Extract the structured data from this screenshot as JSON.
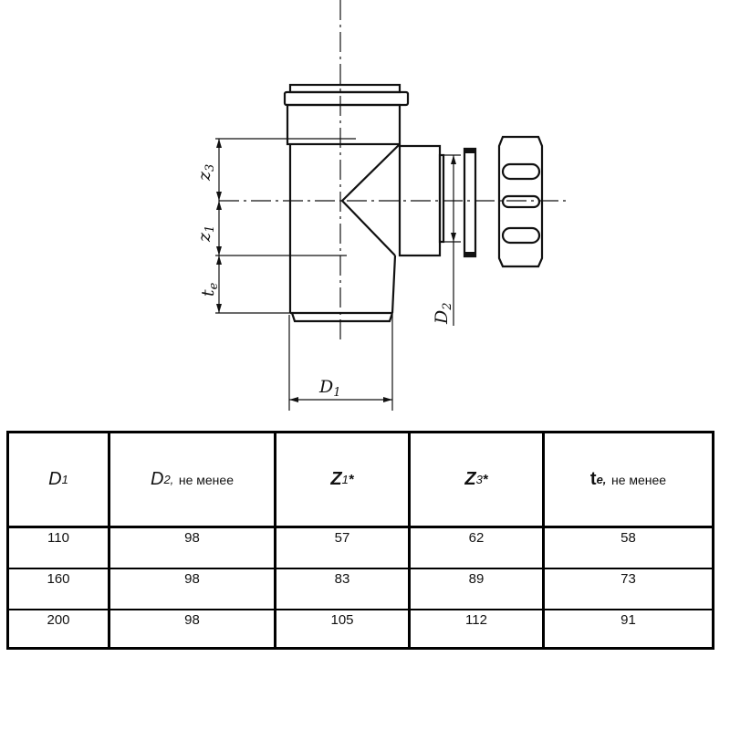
{
  "drawing": {
    "labels": {
      "z3": "z3",
      "z1": "z1",
      "te": "te",
      "d1": "D1",
      "d2": "D2"
    }
  },
  "table": {
    "headers": [
      {
        "main": "D",
        "sub": "1",
        "note": ""
      },
      {
        "main": "D",
        "sub": "2,",
        "note": "не менее"
      },
      {
        "main": "Z",
        "sub": "1",
        "note": "*"
      },
      {
        "main": "Z",
        "sub": "3",
        "note": "*"
      },
      {
        "main": "t",
        "sub": "e,",
        "note": "не менее"
      }
    ],
    "rows": [
      [
        "110",
        "98",
        "57",
        "62",
        "58"
      ],
      [
        "160",
        "98",
        "83",
        "89",
        "73"
      ],
      [
        "200",
        "98",
        "105",
        "112",
        "91"
      ]
    ]
  }
}
